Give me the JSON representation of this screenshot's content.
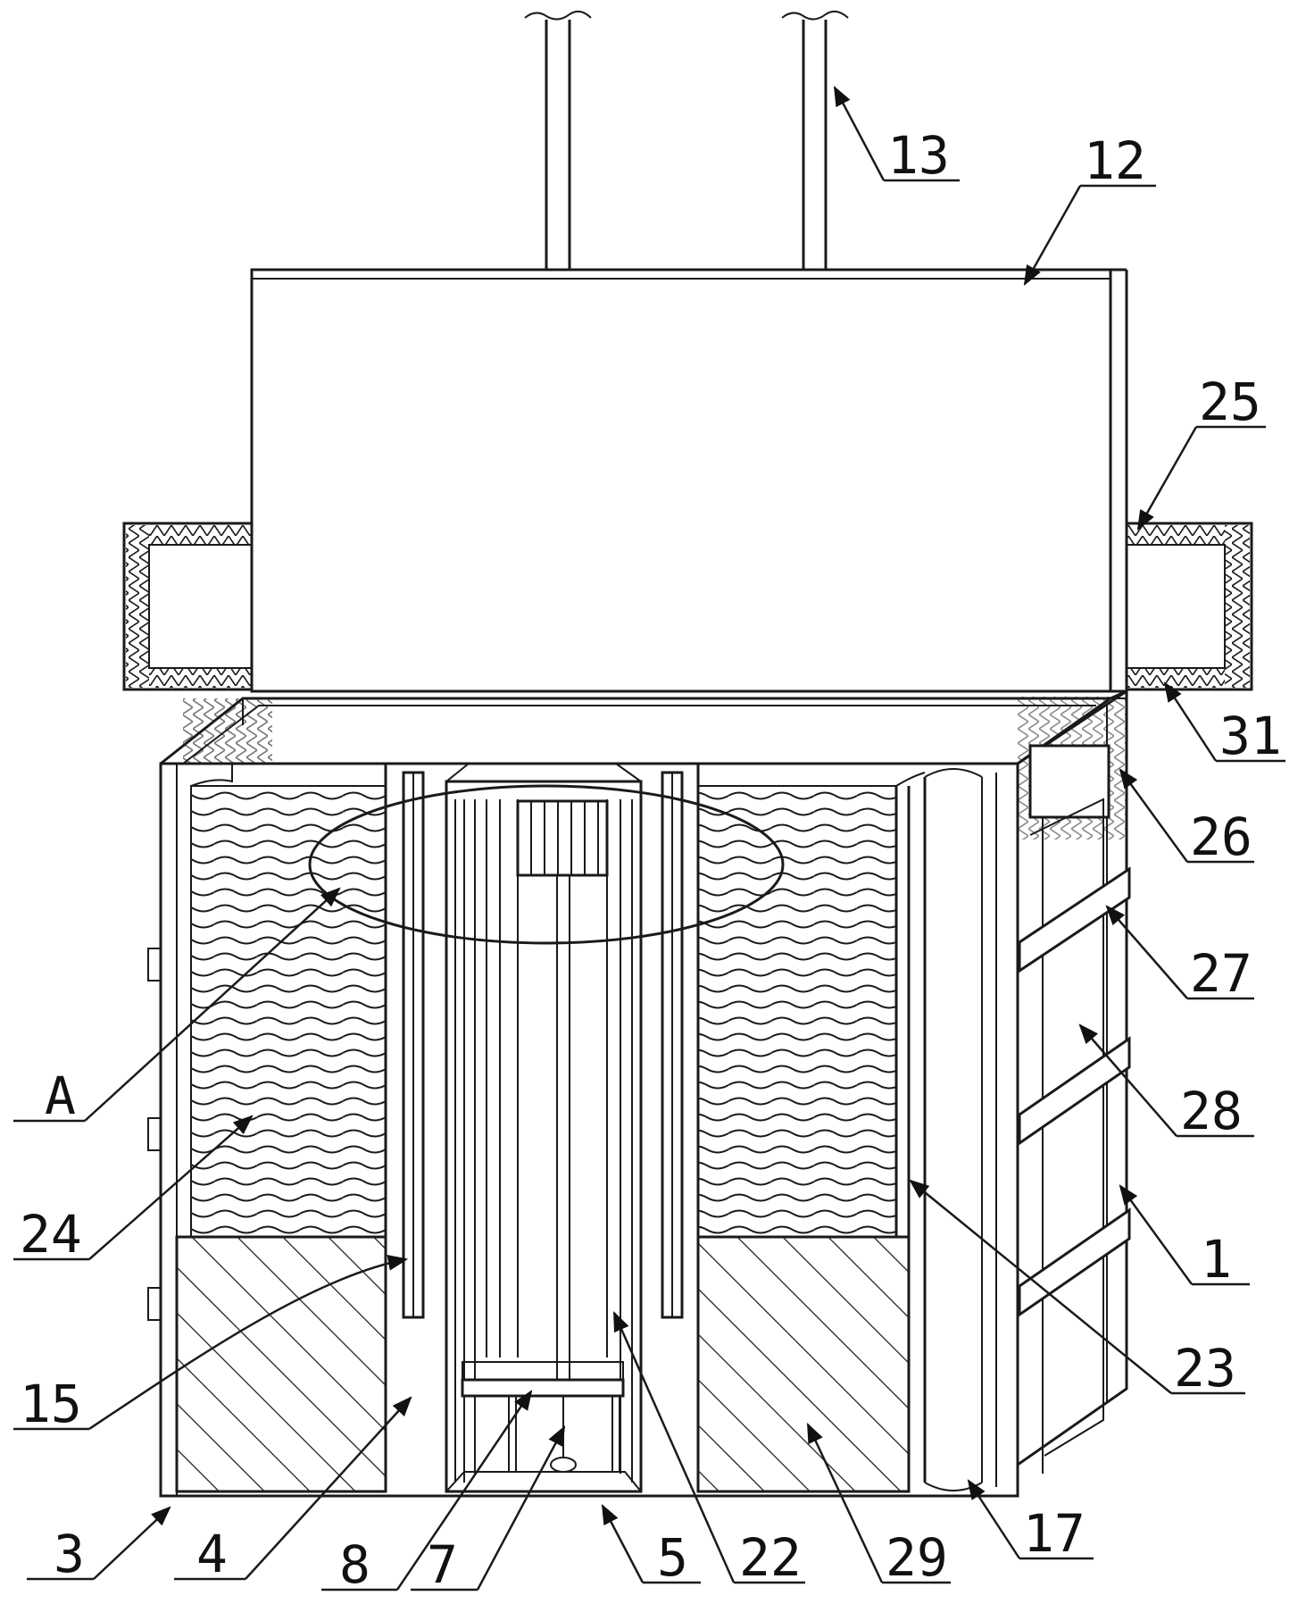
{
  "labels": {
    "l13": "13",
    "l12": "12",
    "l25": "25",
    "l31": "31",
    "l26": "26",
    "l27": "27",
    "l28": "28",
    "l1": "1",
    "l23": "23",
    "l17": "17",
    "lA": "A",
    "l24": "24",
    "l15": "15",
    "l3": "3",
    "l4": "4",
    "l8": "8",
    "l7": "7",
    "l5": "5",
    "l22": "22",
    "l29": "29"
  }
}
